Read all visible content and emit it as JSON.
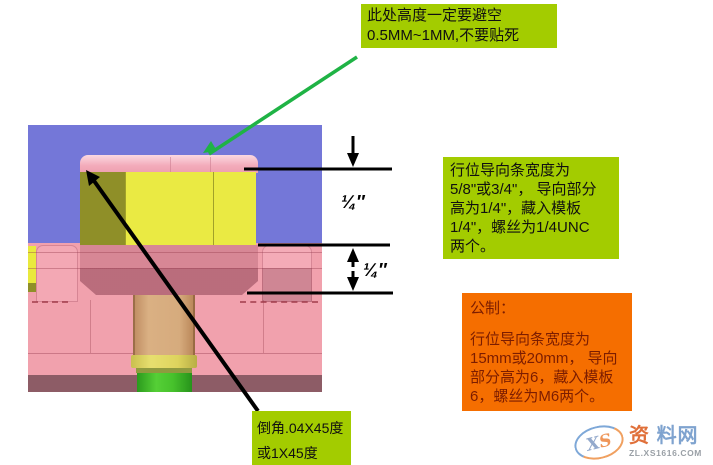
{
  "callouts": {
    "avoid_gap": {
      "lines": [
        "此处高度一定要避空",
        "0.5MM~1MM,不要贴死"
      ]
    },
    "imperial_spec": {
      "lines": [
        "行位导向条宽度为",
        "5/8\"或3/4\"， 导向部分",
        "高为1/4\"，藏入模板",
        "1/4\"，螺丝为1/4UNC",
        "两个。"
      ]
    },
    "metric_spec": {
      "title": "公制：",
      "lines": [
        "行位导向条宽度为",
        "15mm或20mm， 导向",
        "部分高为6，藏入模板",
        "6，螺丝为M6两个。"
      ]
    },
    "chamfer": {
      "lines": [
        "倒角.04X45度",
        "或1X45度"
      ]
    }
  },
  "dimensions": {
    "guide_height": "¼″",
    "embed_depth": "¼″"
  },
  "watermark": {
    "logo_parts": [
      "X",
      "S"
    ],
    "site_name_parts": [
      "资",
      "料网"
    ],
    "site_url": "ZL.XS1616.COM"
  },
  "colors": {
    "callout_green": "#a3cc00",
    "callout_orange": "#f56e00",
    "metric_text": "#7c1d00",
    "leader_green": "#1fb345",
    "cad_purple": "#7477d8",
    "cad_pink_plate": "#f1a1ad",
    "cad_guide_yellow": "#eaea43",
    "cad_cap_pink": "#f3abba",
    "cad_base_strip": "#8d5c66",
    "screw_shank_tan": "#d6ab7d",
    "screw_tip_green": "#47c22c"
  }
}
